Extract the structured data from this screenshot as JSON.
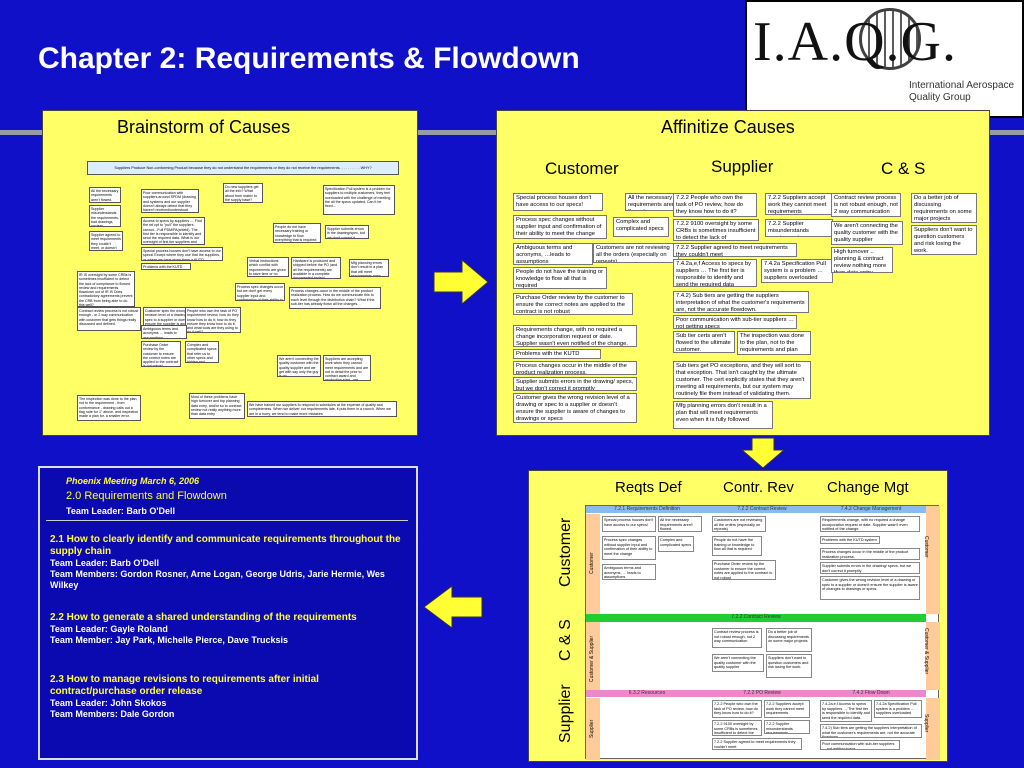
{
  "slide_title": "Chapter 2: Requirements & Flowdown",
  "logo": {
    "letters": "I.A.Q.G.",
    "subtitle_line1": "International Aerospace",
    "subtitle_line2": "Quality Group"
  },
  "brainstorm": {
    "title": "Brainstorm of Causes",
    "banner": "Suppliers Produce Non-conforming Product because they do not understand the requirements or they do not receive the requirements. . . . . . . . . . WHY?",
    "notes": [
      "All the necessary requirements aren't flowed.",
      "Poor communication with suppliers around SPDM (drawing and systems and our supplier doesn't always detect that they haven't received/understood requirements.",
      "Do new suppliers get all the info? What about from matrix to the supply base?",
      "Specification Pull system is a problem for suppliers to multiple customers, they feel overloaded with the challenge of meeting the all the specs updated. Can it be fixed…",
      "Supplier misunderstands the requirements, bad drawings, unclear drawings, old specs.",
      "Access to specs by suppliers … Find the ref cpt to \"pull\" the suppliers cannot…Full PDM/PA(shield). The first tier is responsible to identify and send the required data. What is our oversight of first tier suppliers and their ability to do this well?",
      "People do not have necessary training or knowledge to flow everything that is required",
      "Supplier submits errors in the drawing/spec, but we don't correct it promptly",
      "Supplier agreed to meet requirements they couldn't meet, or doesn't ponder they could meet",
      "Special process houses don't have access to our specs! Except where they use that the suppliers, or where we have given them a KUTD distribution of fixed copies",
      "Problems with the KUTD system",
      "Verbal instructions which conflict with requirements are given to save time or no process",
      "Hardware is produced and shipped before the PO (and all the requirements) are available in a complete documented project",
      "Mfg planning errors don't result in a plan that will meet requirements even when it is fully followed",
      "IR IS oversight by some CRBs is sometimes insufficient to detect the lack of compliance to flowed review and requirements flowdown out of IR IS Does contradictory agreements prevent the CRB from being able to do this well?",
      "Customer spec the wrong revision level of a drawing or spec to a supplier or doesn't ensure the supplier is aware of changes to drawings or specs",
      "Process spec changes occur but we don't get every supplier input and confirmation of their ability to meet the change",
      "Process changes occur in the middle of the product realization process. How do we communicate this to each level through the distribution chain? What if the sub-tier has already flown all the changes…",
      "Contract review process is not robust enough - or 2 way communication with customer that gets things really discussed and defined.",
      "People who own the task of PO requirement review, how do they know how to do it; how do they ensure they know how to do it; and what tools are they using to do it well?",
      "Purchase Order review by the customer to ensure the correct notes are applied to the contract is not robust",
      "Ambiguous terms and acronyms … leads to assumptions",
      "Complex and complicated specs that refer us to other specs and hidden and graphic",
      "We aren't connecting the quality customer with the quality supplier and we get with say only the guy is go.",
      "Suppliers are accepting work when they cannot meet requirements and are not in detail the prior to contract award and production start - pre-production validation",
      "The inspection was done to the plan, not to the requirement - from conformance - drawing calls out a flag note for 1\" above, and inspection made a plan for. a smaller error.",
      "Most of these problems have high turnover and top planning data entry, and/or so to contract review not really anything more than data entry",
      "We have trained our suppliers to respond to schedules at the expense of quality and completeness. When we deliver our requirements late, it puts them in a crunch. When we are in a hurry, we tend to make more mistakes"
    ]
  },
  "affinitize": {
    "title": "Affinitize Causes",
    "col_customer": "Customer",
    "col_supplier": "Supplier",
    "col_cs": "C & S",
    "customer_notes": [
      "Special process houses don't have access to our specs!",
      "All the necessary requirements aren't flowed.",
      "Process spec changes without supplier input and confirmation of their ability to meet the change",
      "Complex and complicated specs",
      "Ambiguous terms and acronyms, …leads to assumptions",
      "Customers are not reviewing all the orders (especially on repeats)",
      "People do not have the training or knowledge to flow all that is required",
      "Purchase Order review by the customer to ensure the correct notes are applied to the contract is not robust",
      "Requirements change, with no required a change incorporation request or date. Supplier wasn't even notified of the change.",
      "Problems with the KUTD system",
      "Process changes occur in the middle of the product realization process.",
      "Supplier submits errors in the drawing/ specs, but we don't correct it promptly",
      "Customer gives the wrong revision level of a drawing or spec to a supplier or doesn't ensure the supplier is aware of changes to drawings or specs"
    ],
    "supplier_notes": [
      "7.2.2 People who own the task of PO review, how do they know how to do it?",
      "7.2.2 Suppliers accept work they cannot meet requirements",
      "7.2.2 9100 oversight by some CRBs is sometimes insufficient to detect the lack of compliance",
      "7.2.2 Supplier misunderstands requirements",
      "7.2.2 Supplier agreed to meet requirements they couldn't meet",
      "7.4.2a,e,f Access to specs by suppliers … The first tier is responsible to identify and send the required data",
      "7.4.2a Specification Pull system is a problem … suppliers overloaded",
      "7.4.2) Sub tiers are getting the suppliers interpretation of what the customer's requirements are, not the accurate flowdown.",
      "Poor communication with sub-tier suppliers … not getting specs",
      "Sub tier certs aren't flowed to the ultimate customer.",
      "The inspection was done to the plan, not to the requirements and plan was wrong",
      "Sub tiers get PO exceptions, and they will sort to that exception. That isn't caught by the ultimate customer. The cert explicitly states that they aren't meeting all requirements, but our system may routinely file them instead of validating them.",
      "Mfg planning errors don't result in a plan that will meet requirements even when it is fully followed"
    ],
    "cs_notes": [
      "Contract review process is not robust enough, not 2 way communication",
      "Do a better job of discussing requirements on some major projects",
      "We aren't connecting the quality customer with the quality supplier",
      "Suppliers don't want to question customers and risk losing the work.",
      "High turnover .. planning & contract review nothing more than data entry."
    ]
  },
  "phoenix": {
    "meeting": "Phoenix Meeting March 6, 2006",
    "heading": "2.0 Requirements  and Flowdown",
    "leader": "Team Leader: Barb O'Dell",
    "item1_title": "2.1 How to clearly identify and communicate requirements throughout the supply chain",
    "item1_leader": "Team Leader: Barb O'Dell",
    "item1_members": "Team Members: Gordon Rosner, Arne Logan, George Udris, Jarie Hermie, Wes Wilkey",
    "item2_title": "2.2 How  to generate a shared understanding of the requirements",
    "item2_leader": "Team Leader: Gayle Roland",
    "item2_members": "Team Member: Jay Park, Michelle Pierce, Dave Trucksis",
    "item3_title": "2.3 How to manage revisions to requirements after initial contract/purchase order release",
    "item3_leader": "Team Leader: John Skokos",
    "item3_members": "Team Members: Dale Gordon"
  },
  "matrix": {
    "col_reqts": "Reqts Def",
    "col_contr": "Contr. Rev",
    "col_change": "Change Mgt",
    "row_customer": "Customer",
    "row_cs": "C & S",
    "row_supplier": "Supplier",
    "sub_721": "7.2.1 Requirements Definition",
    "sub_722": "7.2.2 Contract Review",
    "sub_742": "7.4.2 Change Management",
    "sub_722b": "7.2.2 Contract Review",
    "sub_632": "6.3.2 Resources",
    "sub_722c": "7.2.2 PO Review",
    "sub_74": "7.4.2 Flow Down",
    "side_customer": "Customer",
    "side_cs": "Customer & Supplier",
    "side_supplier": "Supplier",
    "cells": [
      "Special process houses don't have access to our specs!",
      "All the necessary requirements aren't flowed.",
      "Customers are not reviewing all the orders (especially on repeats)",
      "Requirements change, with no required a change incorporation request or date. Supplier wasn't even notified of the change.",
      "Process spec changes without supplier input and confirmation of their ability to meet the change",
      "Complex and complicated specs",
      "People do not have the training or knowledge to flow all that is required",
      "Problems with the KUTD system",
      "Ambiguous terms and acronyms, … leads to assumptions",
      "Purchase Order review by the customer to ensure the correct notes are applied to the contract is not robust",
      "Process changes occur in the middle of the product realization process.",
      "Supplier submits errors in the drawing/ specs, but we don't correct it promptly",
      "Customer gives the wrong revision level of a drawing or spec to a supplier or doesn't ensure the supplier is aware of changes to drawings or specs",
      "Contract review process is not robust enough, not 2 way communication",
      "Do a better job of discussing requirements on some major projects",
      "We aren't connecting the quality customer with the quality supplier",
      "Suppliers don't want to question customers and risk losing the work.",
      "7.2.2 People who own the task of PO review, how do they know how to do it?",
      "7.2.2 Suppliers accept work they cannot meet requirements",
      "7.2.2 9100 oversight by some CRBs is sometimes insufficient to detect the lack of compliance",
      "7.2.2 Supplier misunderstands requirements",
      "7.2.2 Supplier agreed to meet requirements they couldn't meet",
      "7.4.2a,e,f Access to specs by suppliers … The first tier is responsible to identify and send the required data.",
      "7.4.2a Specification Pull system is a problem … suppliers overloaded",
      "7.4.2) Sub tiers are getting the suppliers interpretation of what the customer's requirements are, not the accurate flowdown.",
      "Poor communication with sub-tier suppliers … not getting specs"
    ]
  }
}
